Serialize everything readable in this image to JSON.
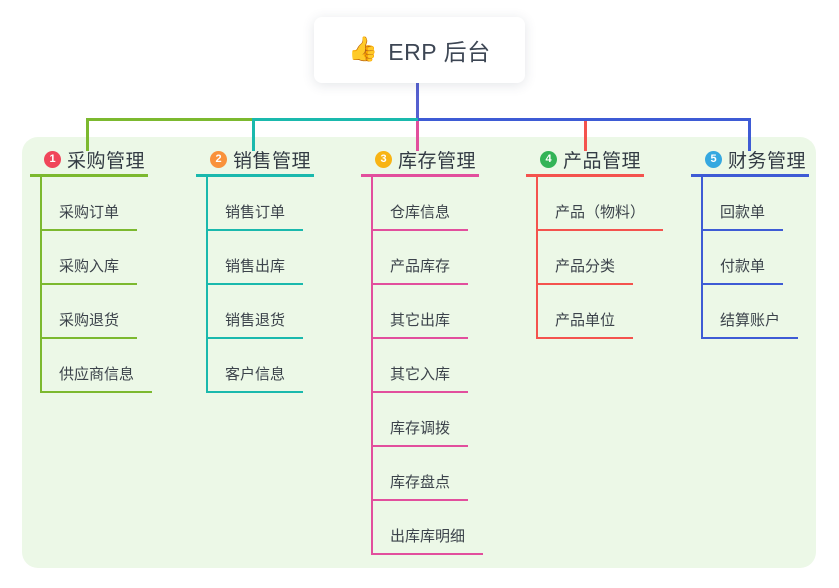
{
  "root": {
    "icon": "👍",
    "title": "ERP 后台"
  },
  "colors": {
    "canvas_bg": "#ffffff",
    "panel_bg": "#ecf8e7",
    "root_line": "#5560d0"
  },
  "branches": [
    {
      "num": "1",
      "label": "采购管理",
      "badge_color": "#f0465a",
      "line_color": "#7cb92f",
      "children": [
        "采购订单",
        "采购入库",
        "采购退货",
        "供应商信息"
      ]
    },
    {
      "num": "2",
      "label": "销售管理",
      "badge_color": "#f9923b",
      "line_color": "#1ab9ad",
      "children": [
        "销售订单",
        "销售出库",
        "销售退货",
        "客户信息"
      ]
    },
    {
      "num": "3",
      "label": "库存管理",
      "badge_color": "#f8b414",
      "line_color": "#e24f9d",
      "children": [
        "仓库信息",
        "产品库存",
        "其它出库",
        "其它入库",
        "库存调拨",
        "库存盘点",
        "出库库明细"
      ]
    },
    {
      "num": "4",
      "label": "产品管理",
      "badge_color": "#33b457",
      "line_color": "#f4534e",
      "children": [
        "产品（物料）",
        "产品分类",
        "产品单位"
      ]
    },
    {
      "num": "5",
      "label": "财务管理",
      "badge_color": "#35a8e0",
      "line_color": "#3e5bd5",
      "children": [
        "回款单",
        "付款单",
        "结算账户"
      ]
    }
  ]
}
